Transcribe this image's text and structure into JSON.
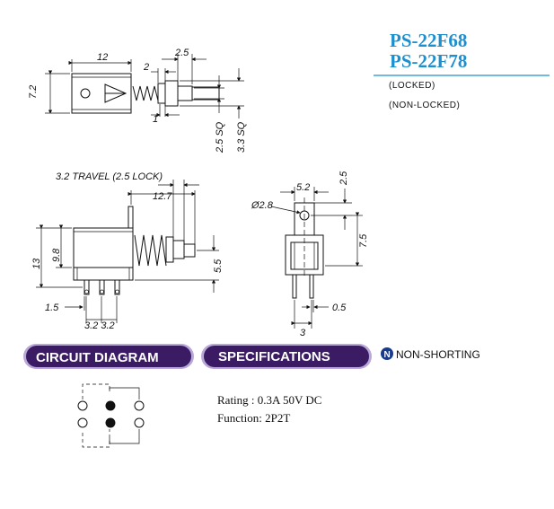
{
  "models": {
    "line1": "PS-22F68",
    "line2": "PS-22F78"
  },
  "variants": {
    "locked": "(LOCKED)",
    "non_locked": "(NON-LOCKED)"
  },
  "dims": {
    "top_width": "12",
    "top_height": "7.2",
    "top_25": "2.5",
    "top_2": "2",
    "top_1": "1",
    "top_25sq": "2.5 SQ",
    "top_33sq": "3.3 SQ",
    "travel": "3.2 TRAVEL (2.5 LOCK)",
    "side_127": "12.7",
    "side_13": "13",
    "side_98": "9.8",
    "side_55": "5.5",
    "side_15": "1.5",
    "side_pitch": "3.2 3.2",
    "front_dia": "Ø2.8",
    "front_52": "5.2",
    "front_25": "2.5",
    "front_75": "7.5",
    "front_3": "3",
    "front_05": "0.5"
  },
  "sections": {
    "circuit": "CIRCUIT DIAGRAM",
    "specs": "SPECIFICATIONS",
    "nonshort_icon": "N",
    "nonshort_label": "NON-SHORTING"
  },
  "specifications": {
    "rating": "Rating : 0.3A 50V DC",
    "function": "Function: 2P2T"
  },
  "colors": {
    "model": "#1c8fcf",
    "pill": "#3b1b63",
    "pill_glow": "#b9a9d8",
    "icon": "#1a3a8c"
  }
}
